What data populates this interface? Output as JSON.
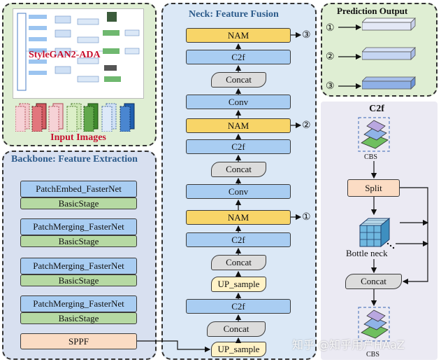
{
  "input_panel": {
    "model_label": "StyleGAN2-ADA",
    "title": "Input Images"
  },
  "backbone": {
    "title": "Backbone: Feature Extraction",
    "blocks": [
      "PatchEmbed_FasterNet",
      "BasicStage",
      "PatchMerging_FasterNet",
      "BasicStage",
      "PatchMerging_FasterNet",
      "BasicStage",
      "PatchMerging_FasterNet",
      "BasicStage",
      "SPPF"
    ]
  },
  "neck": {
    "title": "Neck: Feature Fusion",
    "blocks": [
      "NAM",
      "C2f",
      "Concat",
      "Conv",
      "NAM",
      "C2f",
      "Concat",
      "Conv",
      "NAM",
      "C2f",
      "Concat",
      "UP_sample",
      "C2f",
      "Concat",
      "UP_sample"
    ],
    "markers": [
      "③",
      "②",
      "①"
    ]
  },
  "prediction": {
    "title": "Prediction Output",
    "markers": [
      "①",
      "②",
      "③"
    ]
  },
  "c2f_detail": {
    "title": "C2f",
    "cbs_top": "CBS",
    "split": "Split",
    "bottleneck": "Bottle neck",
    "concat": "Concat",
    "cbs_bottom": "CBS"
  },
  "watermark": "知乎 @知乎用户HAaZ",
  "colors": {
    "blue": "#a9cdf2",
    "green": "#b6d9a3",
    "yellow": "#f8d568",
    "peach": "#fbdcc4",
    "gray": "#dcdcdc"
  }
}
